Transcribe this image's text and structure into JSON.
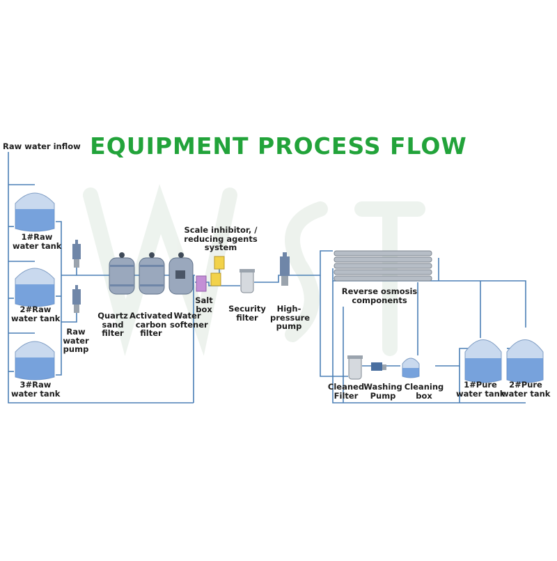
{
  "title": "EQUIPMENT PROCESS FLOW",
  "colors": {
    "title": "#22a33a",
    "pipe": "#4a7fb5",
    "tank_water": "#5b8fd6",
    "tank_shell": "#c9d9ee",
    "equipment_gray": "#9aa3ad",
    "watermark": "#dfe9e0"
  },
  "labels": {
    "raw_water_inflow": "Raw water inflow",
    "raw_tank_1": "1#Raw\nwater tank",
    "raw_tank_2": "2#Raw\nwater tank",
    "raw_tank_3": "3#Raw\nwater tank",
    "raw_water_pump": "Raw\nwater\npump",
    "quartz_sand_filter": "Quartz\nsand\nfilter",
    "activated_carbon_filter": "Activated\ncarbon\nfilter",
    "water_softener": "Water\nsoftener",
    "salt_box": "Salt\nbox",
    "scale_inhibitor": "Scale inhibitor, /\nreducing agents\nsystem",
    "security_filter": "Security\nfilter",
    "high_pressure_pump": "High-\npressure\npump",
    "reverse_osmosis": "Reverse osmosis\ncomponents",
    "cleaned_filter": "Cleaned\nFilter",
    "washing_pump": "Washing\nPump",
    "cleaning_box": "Cleaning\nbox",
    "pure_tank_1": "1#Pure\nwater tank",
    "pure_tank_2": "2#Pure\nwater tank"
  }
}
